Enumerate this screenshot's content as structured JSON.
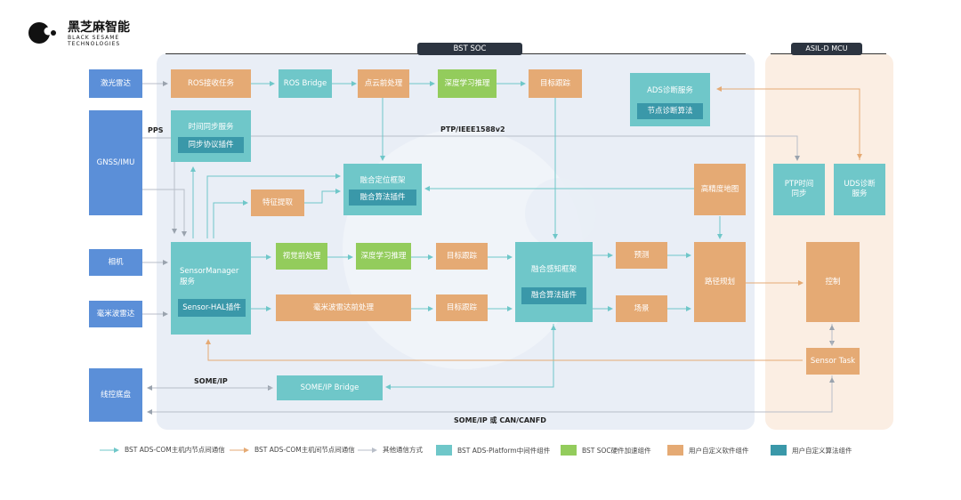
{
  "logo": {
    "cn": "黑芝麻智能",
    "en1": "BLACK SESAME",
    "en2": "TECHNOLOGIES"
  },
  "regions": {
    "soc": "BST SOC",
    "mcu": "ASIL-D MCU"
  },
  "inputs": {
    "lidar": "激光雷达",
    "gnss": "GNSS/IMU",
    "camera": "相机",
    "radar": "毫米波雷达",
    "chassis": "线控底盘"
  },
  "soc": {
    "ros_recv": "ROS接收任务",
    "ros_bridge": "ROS Bridge",
    "pc_pre": "点云前处理",
    "dl1": "深度学习推理",
    "track1": "目标跟踪",
    "ads_diag": "ADS诊断服务",
    "node_diag": "节点诊断算法",
    "time_sync": "时间同步服务",
    "sync_plugin": "同步协议插件",
    "fusion_loc": "融合定位框架",
    "fusion_alg1": "融合算法插件",
    "hd_map": "高精度地图",
    "feature": "特征提取",
    "sensor_mgr": "SensorManager\n服务",
    "sensor_hal": "Sensor-HAL插件",
    "vis_pre": "视觉前处理",
    "dl2": "深度学习推理",
    "track2": "目标跟踪",
    "radar_pre": "毫米波雷达前处理",
    "track3": "目标跟踪",
    "fusion_per": "融合感知框架",
    "fusion_alg2": "融合算法插件",
    "predict": "预测",
    "scene": "场景",
    "path": "路径规划",
    "someip_bridge": "SOME/IP Bridge"
  },
  "mcu": {
    "ptp_sync": "PTP时间\n同步",
    "uds": "UDS诊断\n服务",
    "control": "控制",
    "sensor_task": "Sensor Task"
  },
  "line_labels": {
    "pps": "PPS",
    "ptp": "PTP/IEEE1588v2",
    "someip": "SOME/IP",
    "someip_can": "SOME/IP 或 CAN/CANFD"
  },
  "legend": [
    {
      "label": "BST ADS-COM主机内节点间通信",
      "color": "#6fc7c9",
      "kind": "arrow"
    },
    {
      "label": "BST ADS-COM主机间节点间通信",
      "color": "#e5aa74",
      "kind": "arrow"
    },
    {
      "label": "其他通信方式",
      "color": "#b8bec8",
      "kind": "arrow"
    },
    {
      "label": "BST ADS-Platform中间件组件",
      "color": "#6fc7c9",
      "kind": "swatch"
    },
    {
      "label": "BST SOC硬件加速组件",
      "color": "#93cc5c",
      "kind": "swatch"
    },
    {
      "label": "用户自定义软件组件",
      "color": "#e5aa74",
      "kind": "swatch"
    },
    {
      "label": "用户自定义算法组件",
      "color": "#3a98a9",
      "kind": "swatch"
    }
  ]
}
